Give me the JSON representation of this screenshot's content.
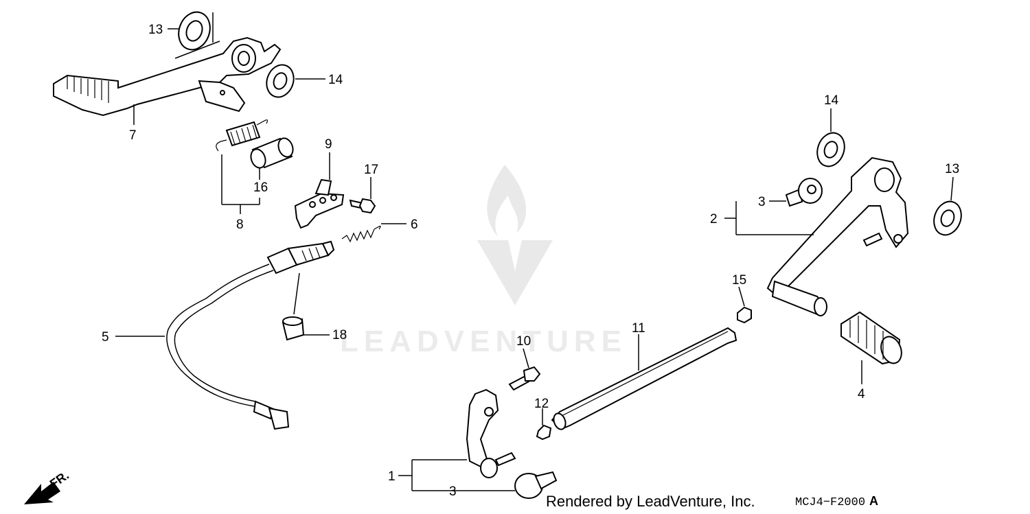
{
  "watermark": "LEADVENTURE",
  "credit": "Rendered by LeadVenture, Inc.",
  "diagram_code": "MCJ4−F2000",
  "diagram_suffix": "A",
  "front_marker": "FR.",
  "callouts": [
    {
      "id": "c13a",
      "text": "13"
    },
    {
      "id": "c14a",
      "text": "14"
    },
    {
      "id": "c7",
      "text": "7"
    },
    {
      "id": "c16",
      "text": "16"
    },
    {
      "id": "c8",
      "text": "8"
    },
    {
      "id": "c9",
      "text": "9"
    },
    {
      "id": "c17",
      "text": "17"
    },
    {
      "id": "c6",
      "text": "6"
    },
    {
      "id": "c5",
      "text": "5"
    },
    {
      "id": "c18",
      "text": "18"
    },
    {
      "id": "c10",
      "text": "10"
    },
    {
      "id": "c11",
      "text": "11"
    },
    {
      "id": "c12",
      "text": "12"
    },
    {
      "id": "c1",
      "text": "1"
    },
    {
      "id": "c3a",
      "text": "3"
    },
    {
      "id": "c15",
      "text": "15"
    },
    {
      "id": "c14b",
      "text": "14"
    },
    {
      "id": "c13b",
      "text": "13"
    },
    {
      "id": "c3b",
      "text": "3"
    },
    {
      "id": "c2",
      "text": "2"
    },
    {
      "id": "c4",
      "text": "4"
    }
  ]
}
